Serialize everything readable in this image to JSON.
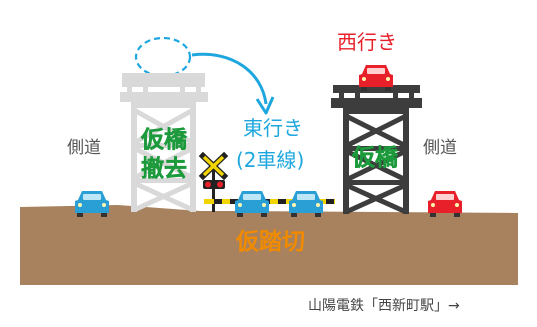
{
  "labels": {
    "side_road_left": "側道",
    "side_road_right": "側道",
    "temp_bridge_removal_line1": "仮橋",
    "temp_bridge_removal_line2": "撤去",
    "eastbound_line1": "東行き",
    "eastbound_line2": "(2車線)",
    "westbound": "西行き",
    "temp_bridge": "仮橋",
    "temp_crossing": "仮踏切",
    "station_note": "山陽電鉄「西新町駅」→"
  },
  "colors": {
    "ground": "#a8825e",
    "left_bridge": "#d9d9d9",
    "right_bridge": "#3d3d3d",
    "car_blue": "#2a9fd6",
    "car_red": "#e8202a",
    "arrow_blue": "#1ea7df",
    "label_green": "#1c9a3c",
    "label_orange": "#f08a00"
  },
  "icons": [
    "car-icon",
    "railroad-crossing-icon",
    "curved-arrow-icon",
    "dashed-circle-icon"
  ]
}
